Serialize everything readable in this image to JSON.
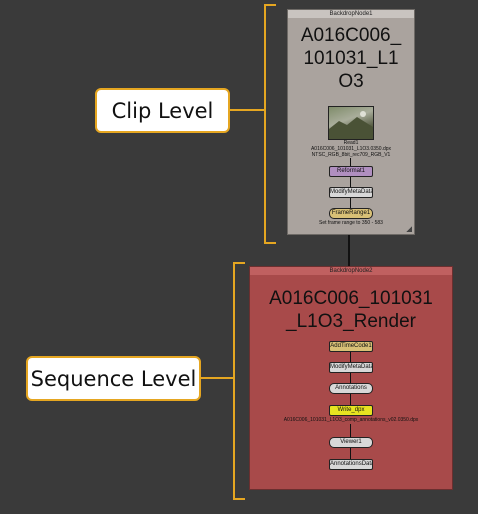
{
  "labels": {
    "clip": "Clip Level",
    "sequence": "Sequence Level"
  },
  "clip_backdrop": {
    "title": "BackdropNode1",
    "big_lines": [
      "A016C006_",
      "101031_L1",
      "O3"
    ],
    "read": {
      "name": "Read1",
      "file": "A016C006_101031_L1O3.0350.dpx",
      "detail": "NTSC_RGB_8bit_rec709_RGB_V1"
    },
    "nodes": {
      "reformat": "Reformat1",
      "modify_meta": "ModifyMetaData",
      "frame_range": "FrameRange1",
      "frame_range_caption": "Set frame range to 350 - 583"
    }
  },
  "seq_backdrop": {
    "title": "BackdropNode2",
    "big_lines": [
      "A016C006_101031",
      "_L1O3_Render"
    ],
    "nodes": {
      "add_timecode": "AddTimeCode1",
      "modify_meta": "ModifyMetaData2",
      "annotations": "Annotations",
      "write": "Write_dpx",
      "write_caption": "A016C006_101031_L1O3_comp_annotations_v02.0350.dpx",
      "viewer": "Viewer1",
      "annotations_data": "AnnotationsData"
    }
  },
  "colors": {
    "bracket": "#e5a621",
    "clip_backdrop": "#aaa39e",
    "seq_backdrop": "#a84a4a",
    "node_grey": "#bdbdbd",
    "node_purple": "#b08fc0",
    "node_tan": "#d8c076",
    "node_yellow": "#e6e321"
  }
}
